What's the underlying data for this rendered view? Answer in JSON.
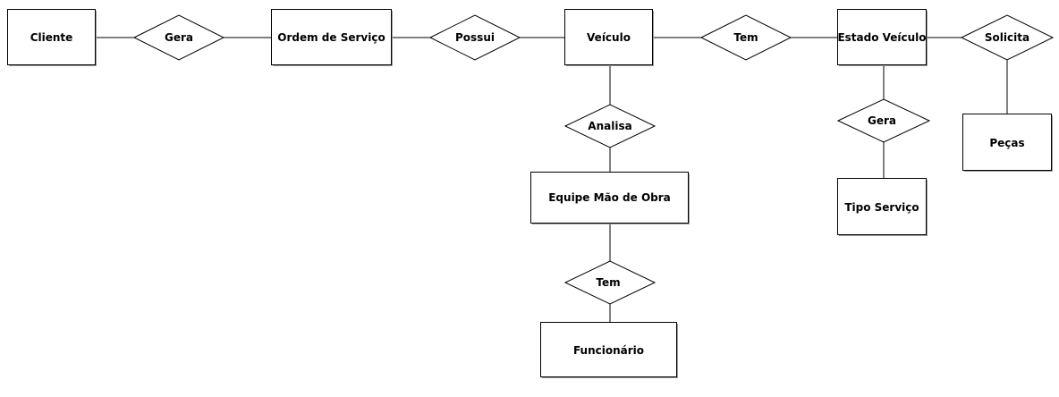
{
  "diagram": {
    "entities": {
      "cliente": "Cliente",
      "ordem_servico": "Ordem de Serviço",
      "veiculo": "Veículo",
      "estado_veiculo": "Estado Veículo",
      "pecas": "Peças",
      "equipe_mao_de_obra": "Equipe Mão de Obra",
      "tipo_servico": "Tipo Serviço",
      "funcionario": "Funcionário"
    },
    "relationships": {
      "gera_cliente_ordem": "Gera",
      "possui": "Possui",
      "tem_veiculo_estado": "Tem",
      "solicita": "Solicita",
      "analisa": "Analisa",
      "gera_estado_tipo": "Gera",
      "tem_equipe_funcionario": "Tem"
    },
    "colors": {
      "stroke": "#000000",
      "fill": "#ffffff",
      "shadow": "#9a9a9a"
    }
  }
}
